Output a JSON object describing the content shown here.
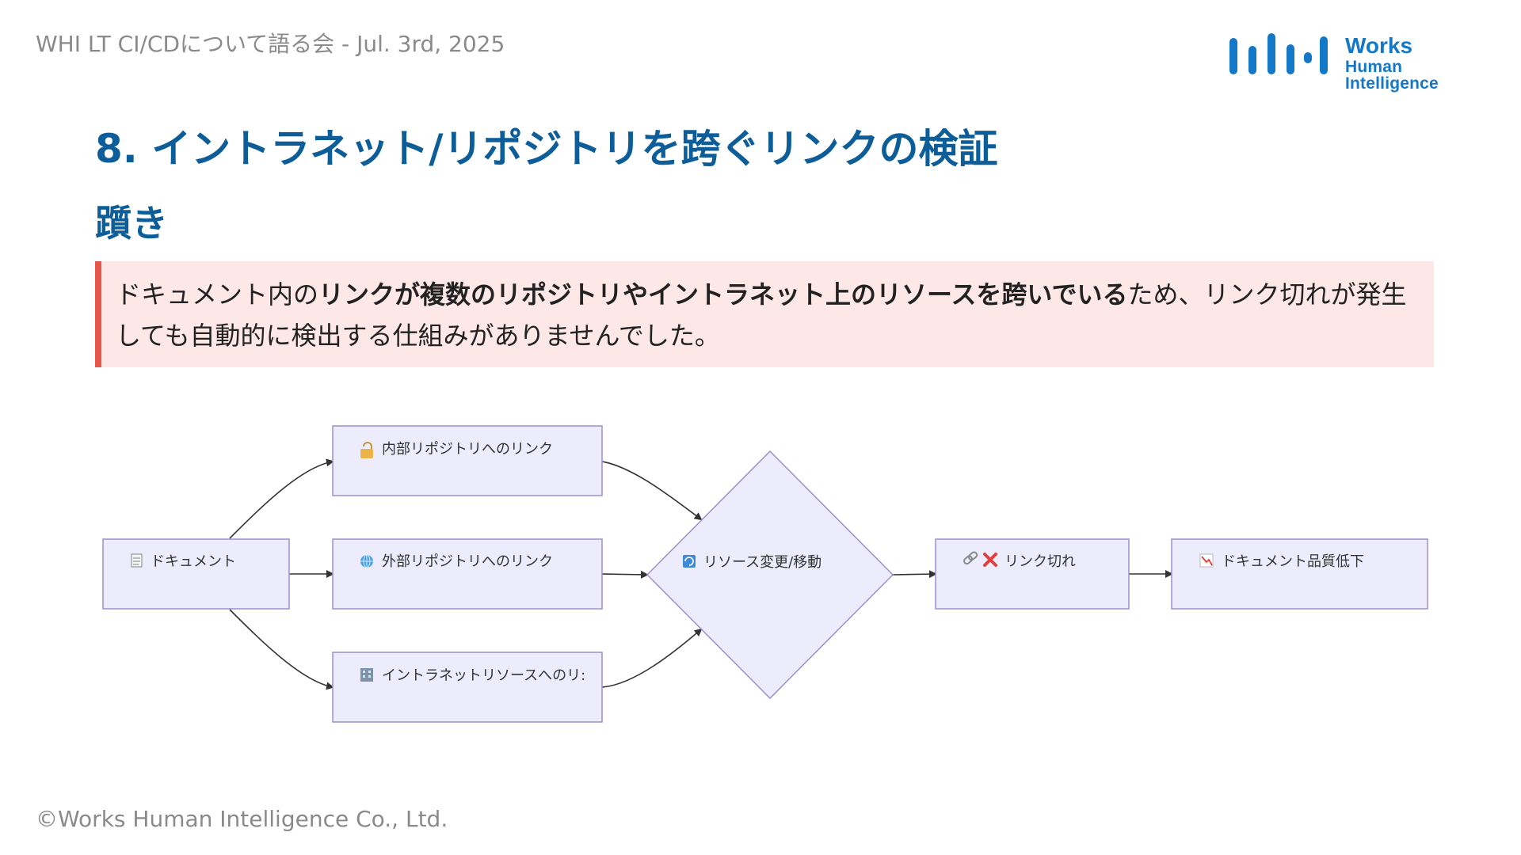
{
  "header": {
    "event_line": "WHI LT CI/CDについて語る会 - Jul. 3rd, 2025",
    "logo_line1": "Works",
    "logo_line2": "Human Intelligence",
    "logo_color": "#1478c8"
  },
  "slide": {
    "title": "8. イントラネット/リポジトリを跨ぐリンクの検証",
    "subtitle": "躓き",
    "title_color": "#0d5d99"
  },
  "callout": {
    "text_before": "ドキュメント内の",
    "text_bold": "リンクが複数のリポジトリやイントラネット上のリソースを跨いでいる",
    "text_after": "ため、リンク切れが発生しても自動的に検出する仕組みがありませんでした。",
    "background": "#fde7e7",
    "accent": "#e4574c"
  },
  "flowchart": {
    "node_fill": "#ececfd",
    "node_stroke": "#9d8fd0",
    "nodes": {
      "document": {
        "icon": "document-icon",
        "label": "ドキュメント"
      },
      "internal_repo": {
        "icon": "lock-icon",
        "label": "内部リポジトリへのリンク"
      },
      "external_repo": {
        "icon": "globe-icon",
        "label": "外部リポジトリへのリンク"
      },
      "intranet": {
        "icon": "building-icon",
        "label": "イントラネットリソースへのリ:"
      },
      "resource_change": {
        "icon": "refresh-icon",
        "label": "リソース変更/移動"
      },
      "link_broken": {
        "icon": "link-icon",
        "icon2": "cross-icon",
        "label": "リンク切れ"
      },
      "quality_drop": {
        "icon": "chart-down-icon",
        "label": "ドキュメント品質低下"
      }
    }
  },
  "footer": {
    "copyright": "©Works Human Intelligence Co., Ltd."
  }
}
